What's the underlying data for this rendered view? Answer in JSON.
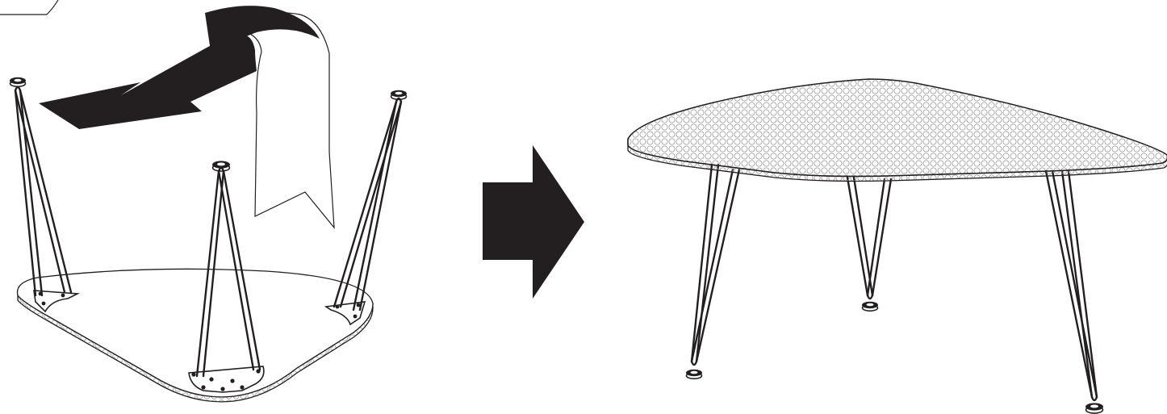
{
  "figure": {
    "steps": [
      {
        "id": "step-before",
        "state": "upside-down-table-with-legs-attached"
      },
      {
        "id": "step-after",
        "state": "table-flipped-upright"
      }
    ],
    "icons": [
      "flip-arrow-icon",
      "right-arrow-icon"
    ],
    "colors": {
      "ink": "#231f20",
      "background": "#ffffff",
      "pattern": "#9a9a9a"
    },
    "legs_per_table": 3,
    "feet_per_leg": 1
  }
}
